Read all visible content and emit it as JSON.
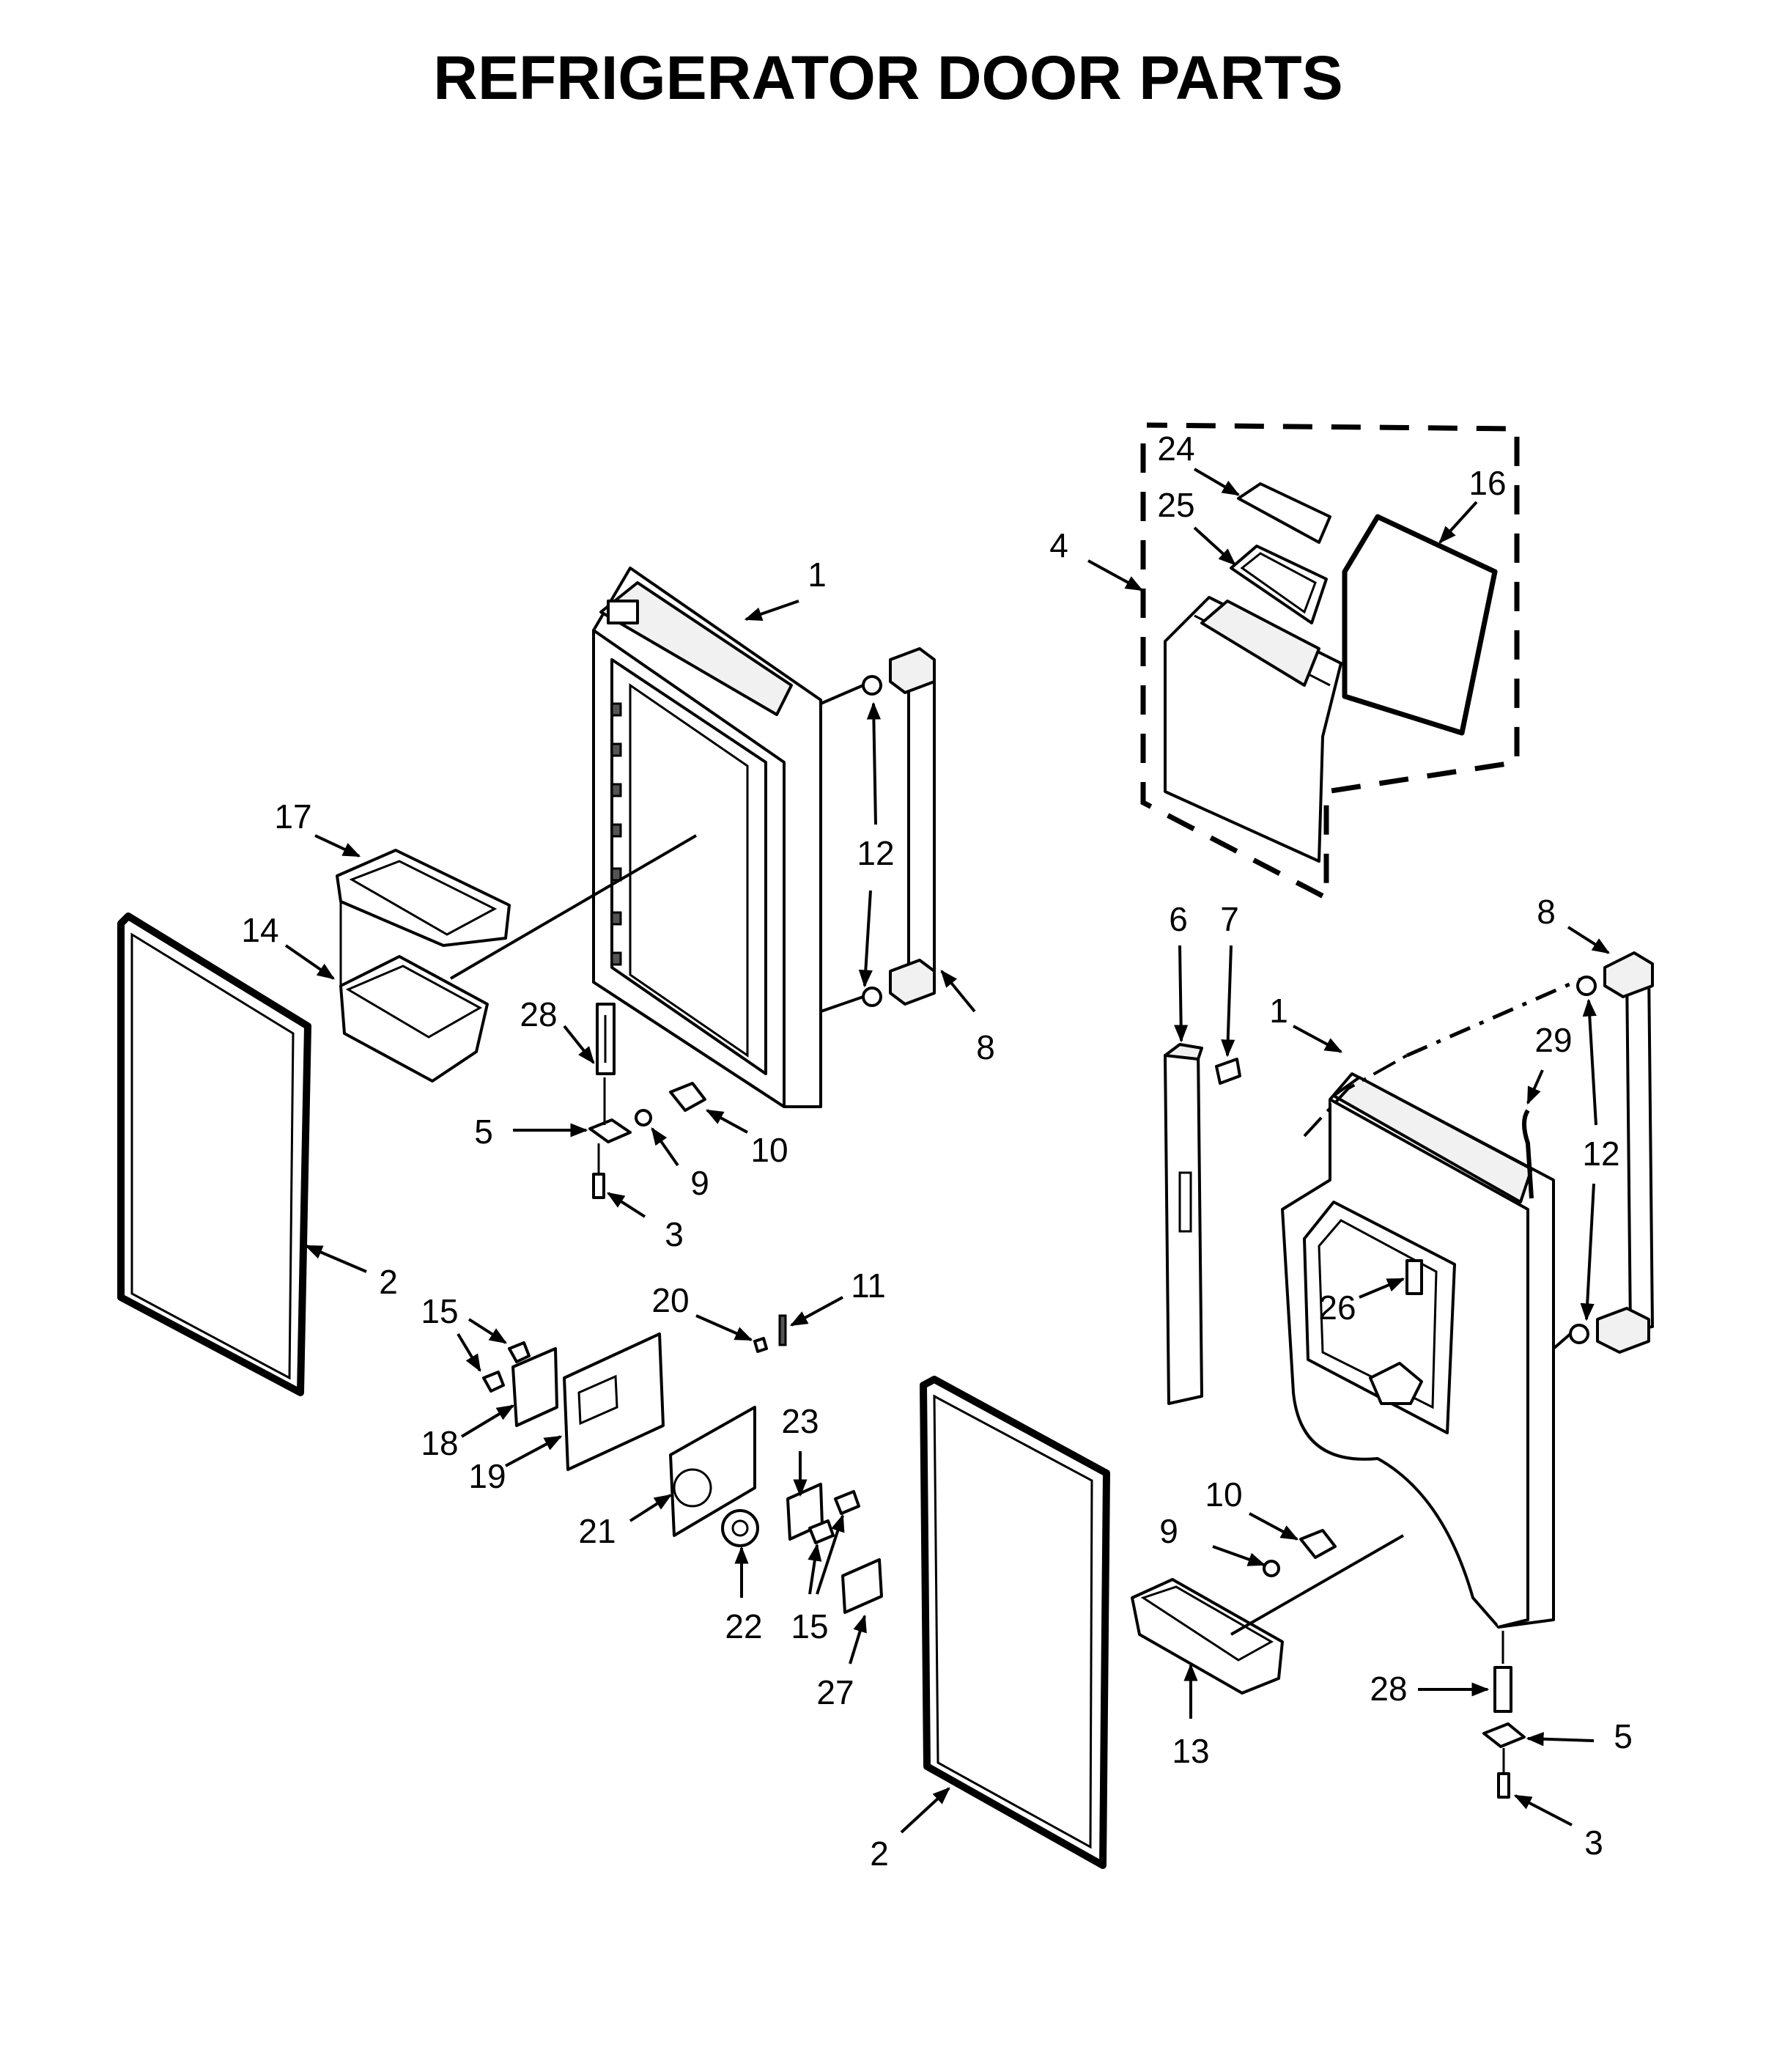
{
  "title": "REFRIGERATOR DOOR PARTS",
  "callouts": [
    {
      "id": "c-1a",
      "label": "1"
    },
    {
      "id": "c-1b",
      "label": "1"
    },
    {
      "id": "c-2a",
      "label": "2"
    },
    {
      "id": "c-2b",
      "label": "2"
    },
    {
      "id": "c-3a",
      "label": "3"
    },
    {
      "id": "c-3b",
      "label": "3"
    },
    {
      "id": "c-4",
      "label": "4"
    },
    {
      "id": "c-5a",
      "label": "5"
    },
    {
      "id": "c-5b",
      "label": "5"
    },
    {
      "id": "c-6",
      "label": "6"
    },
    {
      "id": "c-7",
      "label": "7"
    },
    {
      "id": "c-8a",
      "label": "8"
    },
    {
      "id": "c-8b",
      "label": "8"
    },
    {
      "id": "c-9a",
      "label": "9"
    },
    {
      "id": "c-9b",
      "label": "9"
    },
    {
      "id": "c-10a",
      "label": "10"
    },
    {
      "id": "c-10b",
      "label": "10"
    },
    {
      "id": "c-11",
      "label": "11"
    },
    {
      "id": "c-12a",
      "label": "12"
    },
    {
      "id": "c-12b",
      "label": "12"
    },
    {
      "id": "c-13",
      "label": "13"
    },
    {
      "id": "c-14",
      "label": "14"
    },
    {
      "id": "c-15a",
      "label": "15"
    },
    {
      "id": "c-15b",
      "label": "15"
    },
    {
      "id": "c-16",
      "label": "16"
    },
    {
      "id": "c-17",
      "label": "17"
    },
    {
      "id": "c-18",
      "label": "18"
    },
    {
      "id": "c-19",
      "label": "19"
    },
    {
      "id": "c-20",
      "label": "20"
    },
    {
      "id": "c-21",
      "label": "21"
    },
    {
      "id": "c-22",
      "label": "22"
    },
    {
      "id": "c-23",
      "label": "23"
    },
    {
      "id": "c-24",
      "label": "24"
    },
    {
      "id": "c-25",
      "label": "25"
    },
    {
      "id": "c-26",
      "label": "26"
    },
    {
      "id": "c-27",
      "label": "27"
    },
    {
      "id": "c-28a",
      "label": "28"
    },
    {
      "id": "c-28b",
      "label": "28"
    },
    {
      "id": "c-29",
      "label": "29"
    }
  ]
}
